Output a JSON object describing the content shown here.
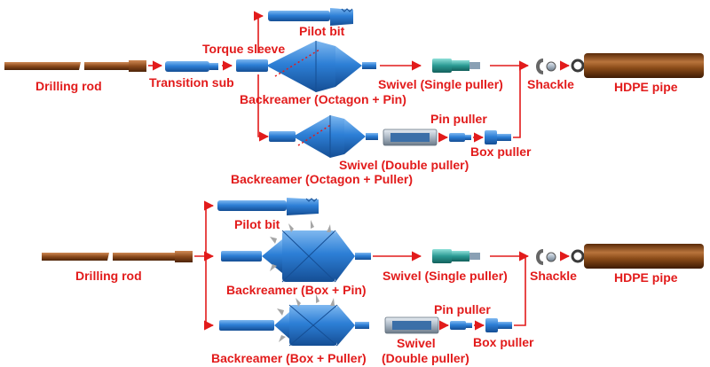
{
  "colors": {
    "label": "#e21b1b",
    "arrow": "#e21b1b",
    "tool_blue": "#2d7fd6",
    "tool_dark": "#1d5fa8",
    "rod_brown": "#8b4a1c",
    "pipe_brown": "#7a3e12",
    "swivel_teal": "#2a9a93",
    "cutter_gray": "#a6a6a6"
  },
  "top": {
    "drilling_rod": "Drilling rod",
    "transition_sub": "Transition sub",
    "pilot_bit": "Pilot bit",
    "torque_sleeve": "Torque sleeve",
    "backreamer_octagon_pin": "Backreamer (Octagon + Pin)",
    "swivel_single": "Swivel (Single puller)",
    "shackle": "Shackle",
    "hdpe_pipe": "HDPE pipe",
    "pin_puller": "Pin puller",
    "box_puller": "Box puller",
    "swivel_double": "Swivel (Double puller)",
    "backreamer_octagon_puller": "Backreamer (Octagon + Puller)"
  },
  "bottom": {
    "drilling_rod": "Drilling rod",
    "pilot_bit": "Pilot bit",
    "backreamer_box_pin": "Backreamer (Box + Pin)",
    "swivel_single": "Swivel (Single puller)",
    "shackle": "Shackle",
    "hdpe_pipe": "HDPE pipe",
    "pin_puller": "Pin puller",
    "box_puller": "Box puller",
    "swivel_line1": "Swivel",
    "swivel_line2": "(Double puller)",
    "backreamer_box_puller": "Backreamer (Box + Puller)"
  }
}
